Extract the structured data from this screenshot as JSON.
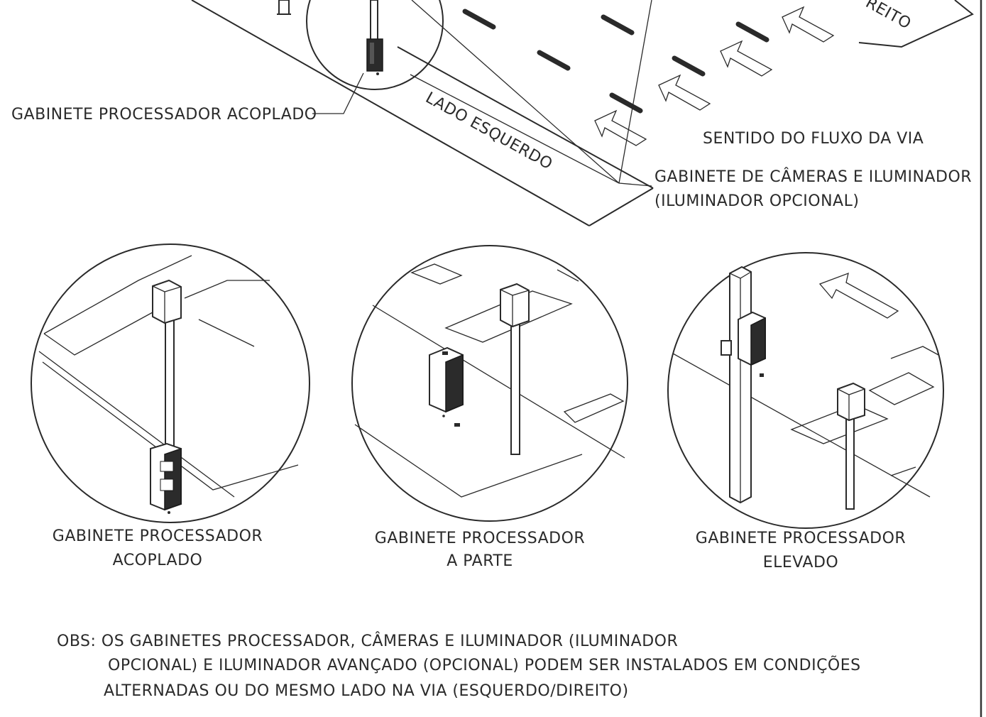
{
  "labels": {
    "processor_coupled_callout": "GABINETE PROCESSADOR ACOPLADO",
    "left_side": "LADO ESQUERDO",
    "right_side_partial": "REITO",
    "flow_direction": "SENTIDO DO FLUXO DA VIA",
    "camera_cabinet_line1": "GABINETE DE  CÂMERAS E ILUMINADOR",
    "camera_cabinet_line2": "(ILUMINADOR OPCIONAL)"
  },
  "details": [
    {
      "line1": "GABINETE PROCESSADOR",
      "line2": "ACOPLADO"
    },
    {
      "line1": "GABINETE PROCESSADOR",
      "line2": "A PARTE"
    },
    {
      "line1": "GABINETE PROCESSADOR",
      "line2": "ELEVADO"
    }
  ],
  "note": {
    "line1": "OBS: OS GABINETES  PROCESSADOR, CÂMERAS E ILUMINADOR (ILUMINADOR",
    "line2": "OPCIONAL) E ILUMINADOR AVANÇADO (OPCIONAL) PODEM SER INSTALADOS EM CONDIÇÕES",
    "line3": "ALTERNADAS OU DO MESMO LADO NA VIA (ESQUERDO/DIREITO)"
  }
}
